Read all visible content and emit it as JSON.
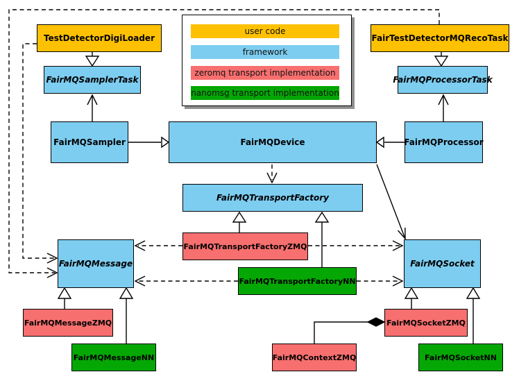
{
  "palette": {
    "user_code": "#fdc101",
    "framework": "#7dcdf0",
    "zeromq_impl": "#f76f6f",
    "nanomsg_impl": "#05a705",
    "box_border": "#000000",
    "background": "#ffffff",
    "legend_shadow": "#8f8f8f"
  },
  "legend": {
    "items": [
      {
        "label": "user code",
        "category": "user_code"
      },
      {
        "label": "framework",
        "category": "framework"
      },
      {
        "label": "zeromq transport implementation",
        "category": "zeromq_impl"
      },
      {
        "label": "nanomsg transport implementation",
        "category": "nanomsg_impl"
      }
    ]
  },
  "nodes": {
    "digiLoader": {
      "label": "TestDetectorDigiLoader",
      "category": "user_code",
      "abstract": false
    },
    "recoTask": {
      "label": "FairTestDetectorMQRecoTask",
      "category": "user_code",
      "abstract": false
    },
    "samplerTask": {
      "label": "FairMQSamplerTask",
      "category": "framework",
      "abstract": true
    },
    "processorTask": {
      "label": "FairMQProcessorTask",
      "category": "framework",
      "abstract": true
    },
    "sampler": {
      "label": "FairMQSampler",
      "category": "framework",
      "abstract": false
    },
    "device": {
      "label": "FairMQDevice",
      "category": "framework",
      "abstract": false
    },
    "processor": {
      "label": "FairMQProcessor",
      "category": "framework",
      "abstract": false
    },
    "transportFactory": {
      "label": "FairMQTransportFactory",
      "category": "framework",
      "abstract": true
    },
    "transportFactoryZMQ": {
      "label": "FairMQTransportFactoryZMQ",
      "category": "zeromq_impl",
      "abstract": false
    },
    "transportFactoryNN": {
      "label": "FairMQTransportFactoryNN",
      "category": "nanomsg_impl",
      "abstract": false
    },
    "message": {
      "label": "FairMQMessage",
      "category": "framework",
      "abstract": true
    },
    "socket": {
      "label": "FairMQSocket",
      "category": "framework",
      "abstract": true
    },
    "messageZMQ": {
      "label": "FairMQMessageZMQ",
      "category": "zeromq_impl",
      "abstract": false
    },
    "messageNN": {
      "label": "FairMQMessageNN",
      "category": "nanomsg_impl",
      "abstract": false
    },
    "socketZMQ": {
      "label": "FairMQSocketZMQ",
      "category": "zeromq_impl",
      "abstract": false
    },
    "socketNN": {
      "label": "FairMQSocketNN",
      "category": "nanomsg_impl",
      "abstract": false
    },
    "contextZMQ": {
      "label": "FairMQContextZMQ",
      "category": "zeromq_impl",
      "abstract": false
    }
  },
  "relationships": [
    {
      "from": "TestDetectorDigiLoader",
      "to": "FairMQSamplerTask",
      "type": "inheritance-hollow-triangle"
    },
    {
      "from": "FairTestDetectorMQRecoTask",
      "to": "FairMQProcessorTask",
      "type": "inheritance-hollow-triangle"
    },
    {
      "from": "FairMQSampler",
      "to": "FairMQSamplerTask",
      "type": "solid-open-arrow"
    },
    {
      "from": "FairMQProcessor",
      "to": "FairMQProcessorTask",
      "type": "solid-open-arrow"
    },
    {
      "from": "FairMQSampler",
      "to": "FairMQDevice",
      "type": "inheritance-hollow-triangle"
    },
    {
      "from": "FairMQProcessor",
      "to": "FairMQDevice",
      "type": "inheritance-hollow-triangle"
    },
    {
      "from": "FairMQDevice",
      "to": "FairMQTransportFactory",
      "type": "dashed-open-arrow"
    },
    {
      "from": "FairMQDevice",
      "to": "FairMQSocket",
      "type": "solid-open-arrow"
    },
    {
      "from": "FairMQTransportFactoryZMQ",
      "to": "FairMQTransportFactory",
      "type": "inheritance-hollow-triangle"
    },
    {
      "from": "FairMQTransportFactoryNN",
      "to": "FairMQTransportFactory",
      "type": "inheritance-hollow-triangle"
    },
    {
      "from": "FairMQTransportFactoryZMQ",
      "to": "FairMQMessage",
      "type": "dashed-open-arrow"
    },
    {
      "from": "FairMQTransportFactoryZMQ",
      "to": "FairMQSocket",
      "type": "dashed-open-arrow"
    },
    {
      "from": "FairMQTransportFactoryNN",
      "to": "FairMQMessage",
      "type": "dashed-open-arrow"
    },
    {
      "from": "FairMQTransportFactoryNN",
      "to": "FairMQSocket",
      "type": "dashed-open-arrow"
    },
    {
      "from": "TestDetectorDigiLoader",
      "to": "FairMQMessage",
      "type": "dashed-open-arrow"
    },
    {
      "from": "FairTestDetectorMQRecoTask",
      "to": "FairMQMessage",
      "type": "dashed-open-arrow"
    },
    {
      "from": "FairMQMessageZMQ",
      "to": "FairMQMessage",
      "type": "inheritance-hollow-triangle"
    },
    {
      "from": "FairMQMessageNN",
      "to": "FairMQMessage",
      "type": "inheritance-hollow-triangle"
    },
    {
      "from": "FairMQSocketZMQ",
      "to": "FairMQSocket",
      "type": "inheritance-hollow-triangle"
    },
    {
      "from": "FairMQSocketNN",
      "to": "FairMQSocket",
      "type": "inheritance-hollow-triangle"
    },
    {
      "from": "FairMQContextZMQ",
      "to": "FairMQSocketZMQ",
      "type": "composition-filled-diamond"
    }
  ]
}
